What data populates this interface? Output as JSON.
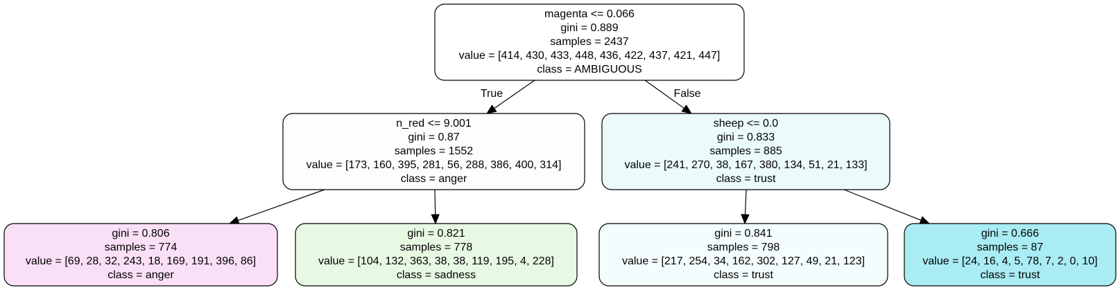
{
  "tree": {
    "nodes": [
      {
        "id": "root",
        "lines": [
          "magenta <= 0.066",
          "gini = 0.889",
          "samples = 2437",
          "value = [414, 430, 433, 448, 436, 422, 437, 421, 447]",
          "class = AMBIGUOUS"
        ],
        "fill": "#ffffff"
      },
      {
        "id": "left",
        "lines": [
          "n_red <= 9.001",
          "gini = 0.87",
          "samples = 1552",
          "value = [173, 160, 395, 281, 56, 288, 386, 400, 314]",
          "class = anger"
        ],
        "fill": "#fefdfe"
      },
      {
        "id": "right",
        "lines": [
          "sheep <= 0.0",
          "gini = 0.833",
          "samples = 885",
          "value = [241, 270, 38, 167, 380, 134, 51, 21, 133]",
          "class = trust"
        ],
        "fill": "#ebfbfc"
      },
      {
        "id": "left-left",
        "lines": [
          "gini = 0.806",
          "samples = 774",
          "value = [69, 28, 32, 243, 18, 169, 191, 396, 86]",
          "class = anger"
        ],
        "fill": "#fae0f6"
      },
      {
        "id": "left-right",
        "lines": [
          "gini = 0.821",
          "samples = 778",
          "value = [104, 132, 363, 38, 38, 119, 195, 4, 228]",
          "class = sadness"
        ],
        "fill": "#e8f9e3"
      },
      {
        "id": "right-left",
        "lines": [
          "gini = 0.841",
          "samples = 798",
          "value = [217, 254, 34, 162, 302, 127, 49, 21, 123]",
          "class = trust"
        ],
        "fill": "#f4fdfd"
      },
      {
        "id": "right-right",
        "lines": [
          "gini = 0.666",
          "samples = 87",
          "value = [24, 16, 4, 5, 78, 7, 2, 0, 10]",
          "class = trust"
        ],
        "fill": "#a9ecf3"
      }
    ],
    "edges": [
      {
        "from": "root",
        "to": "left",
        "label": "True"
      },
      {
        "from": "root",
        "to": "right",
        "label": "False"
      },
      {
        "from": "left",
        "to": "left-left",
        "label": ""
      },
      {
        "from": "left",
        "to": "left-right",
        "label": ""
      },
      {
        "from": "right",
        "to": "right-left",
        "label": ""
      },
      {
        "from": "right",
        "to": "right-right",
        "label": ""
      }
    ]
  }
}
